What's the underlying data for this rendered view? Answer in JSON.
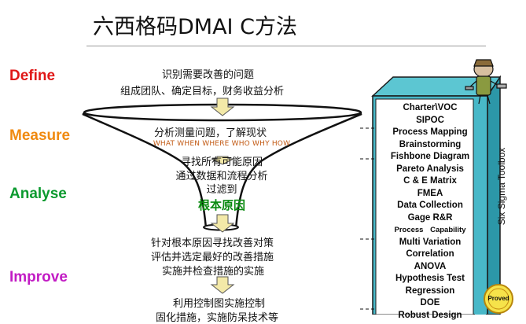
{
  "title": "六西格码DMAI C方法",
  "phases": {
    "define": "Define",
    "measure": "Measure",
    "analyse": "Analyse",
    "improve": "Improve"
  },
  "define_text": [
    "识别需要改善的问题",
    "组成团队、确定目标，财务收益分析"
  ],
  "measure_text": [
    "分析测量问题，了解现状"
  ],
  "measure_questions": "WHAT  WHEN  WHERE  WHO  WHY  HOW",
  "analyse_text": [
    "寻找所有可能原因",
    "通过数据和流程分析",
    "过滤到"
  ],
  "root_cause": "根本原因",
  "improve_text": [
    "针对根本原因寻找改善对策",
    "评估并选定最好的改善措施",
    "实施并检查措施的实施"
  ],
  "control_text": [
    "利用控制图实施控制",
    "固化措施，实施防呆技术等"
  ],
  "toolbox": {
    "label": "Six Sigma Toolbox",
    "badge": "Proved",
    "tools": [
      "Charter\\VOC",
      "SIPOC",
      "Process Mapping",
      "Brainstorming",
      "Fishbone Diagram",
      "Pareto Analysis",
      "C & E Matrix",
      "FMEA",
      "Data Collection",
      "Gage R&R",
      "Process Capability",
      "Multi Variation",
      "Correlation",
      "ANOVA",
      "Hypothesis Test",
      "Regression",
      "DOE",
      "Robust Design"
    ]
  },
  "colors": {
    "define": "#e01818",
    "measure": "#f08a10",
    "analyse": "#0b9a2f",
    "improve": "#c21cc4",
    "toolbox_face": "#48b8c8",
    "toolbox_panel": "#ffffff",
    "arrow": "#f3e9a8"
  }
}
